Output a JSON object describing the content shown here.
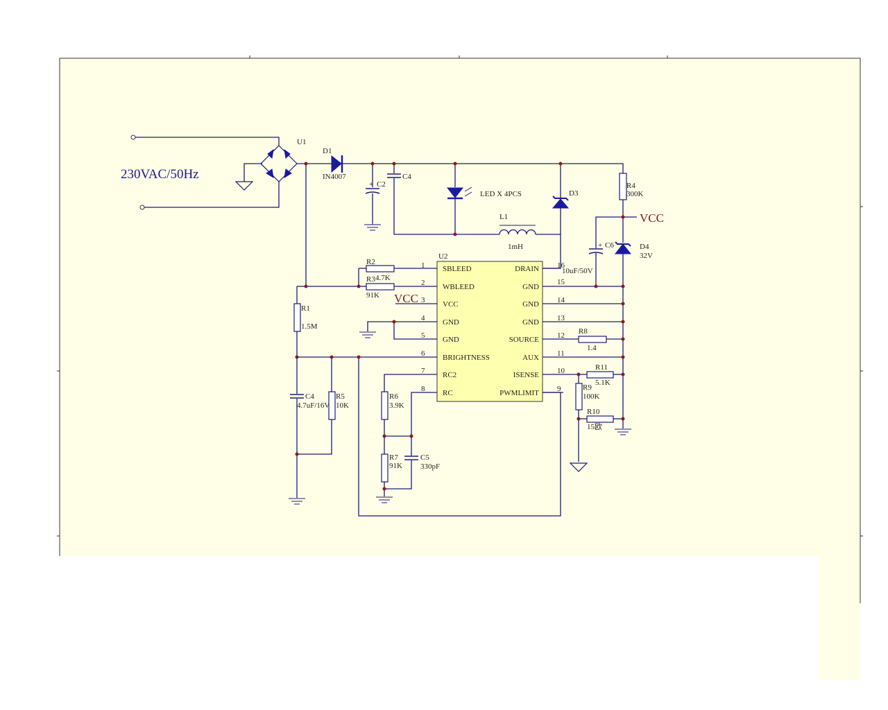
{
  "input_label": "230VAC/50Hz",
  "vcc_label": "VCC",
  "components": {
    "U1": "U1",
    "D1": "D1",
    "D1_part": "IN4007",
    "C2": "C2",
    "C4_top": "C4",
    "led": "LED X 4PCS",
    "L1": "L1",
    "L1_value": "1mH",
    "D3": "D3",
    "R4": "R4",
    "R4_value": "300K",
    "C6": "C6",
    "C6_value": "10uF/50V",
    "D4": "D4",
    "D4_value": "32V",
    "R2": "R2",
    "R2_value": "4.7K",
    "R3": "R3",
    "R3_value": "91K",
    "R1": "R1",
    "R1_value": "1.5M",
    "C4": "C4",
    "C4_value": "4.7uF/16V",
    "R5": "R5",
    "R5_value": "10K",
    "R6": "R6",
    "R6_value": "3.9K",
    "R7": "R7",
    "R7_value": "91K",
    "C5": "C5",
    "C5_value": "330pF",
    "R8": "R8",
    "R8_value": "1.4",
    "R9": "R9",
    "R9_value": "100K",
    "R10": "R10",
    "R10_value": "15欧",
    "R11": "R11",
    "R11_value": "5.1K",
    "U2": "U2",
    "plus": "+"
  },
  "ic_pins_left": [
    {
      "num": "1",
      "name": "SBLEED"
    },
    {
      "num": "2",
      "name": "WBLEED"
    },
    {
      "num": "3",
      "name": "VCC"
    },
    {
      "num": "4",
      "name": "GND"
    },
    {
      "num": "5",
      "name": "GND"
    },
    {
      "num": "6",
      "name": "BRIGHTNESS"
    },
    {
      "num": "7",
      "name": "RC2"
    },
    {
      "num": "8",
      "name": "RC"
    }
  ],
  "ic_pins_right": [
    {
      "num": "16",
      "name": "DRAIN"
    },
    {
      "num": "15",
      "name": "GND"
    },
    {
      "num": "14",
      "name": "GND"
    },
    {
      "num": "13",
      "name": "GND"
    },
    {
      "num": "12",
      "name": "SOURCE"
    },
    {
      "num": "11",
      "name": "AUX"
    },
    {
      "num": "10",
      "name": "ISENSE"
    },
    {
      "num": "9",
      "name": "PWMLIMIT"
    }
  ],
  "colors": {
    "sheet": "#ffffe8",
    "wire": "#1a1a7a",
    "junction": "#8b1a1a",
    "ic_fill": "#ffffb0",
    "diode": "#1a1aa0"
  }
}
